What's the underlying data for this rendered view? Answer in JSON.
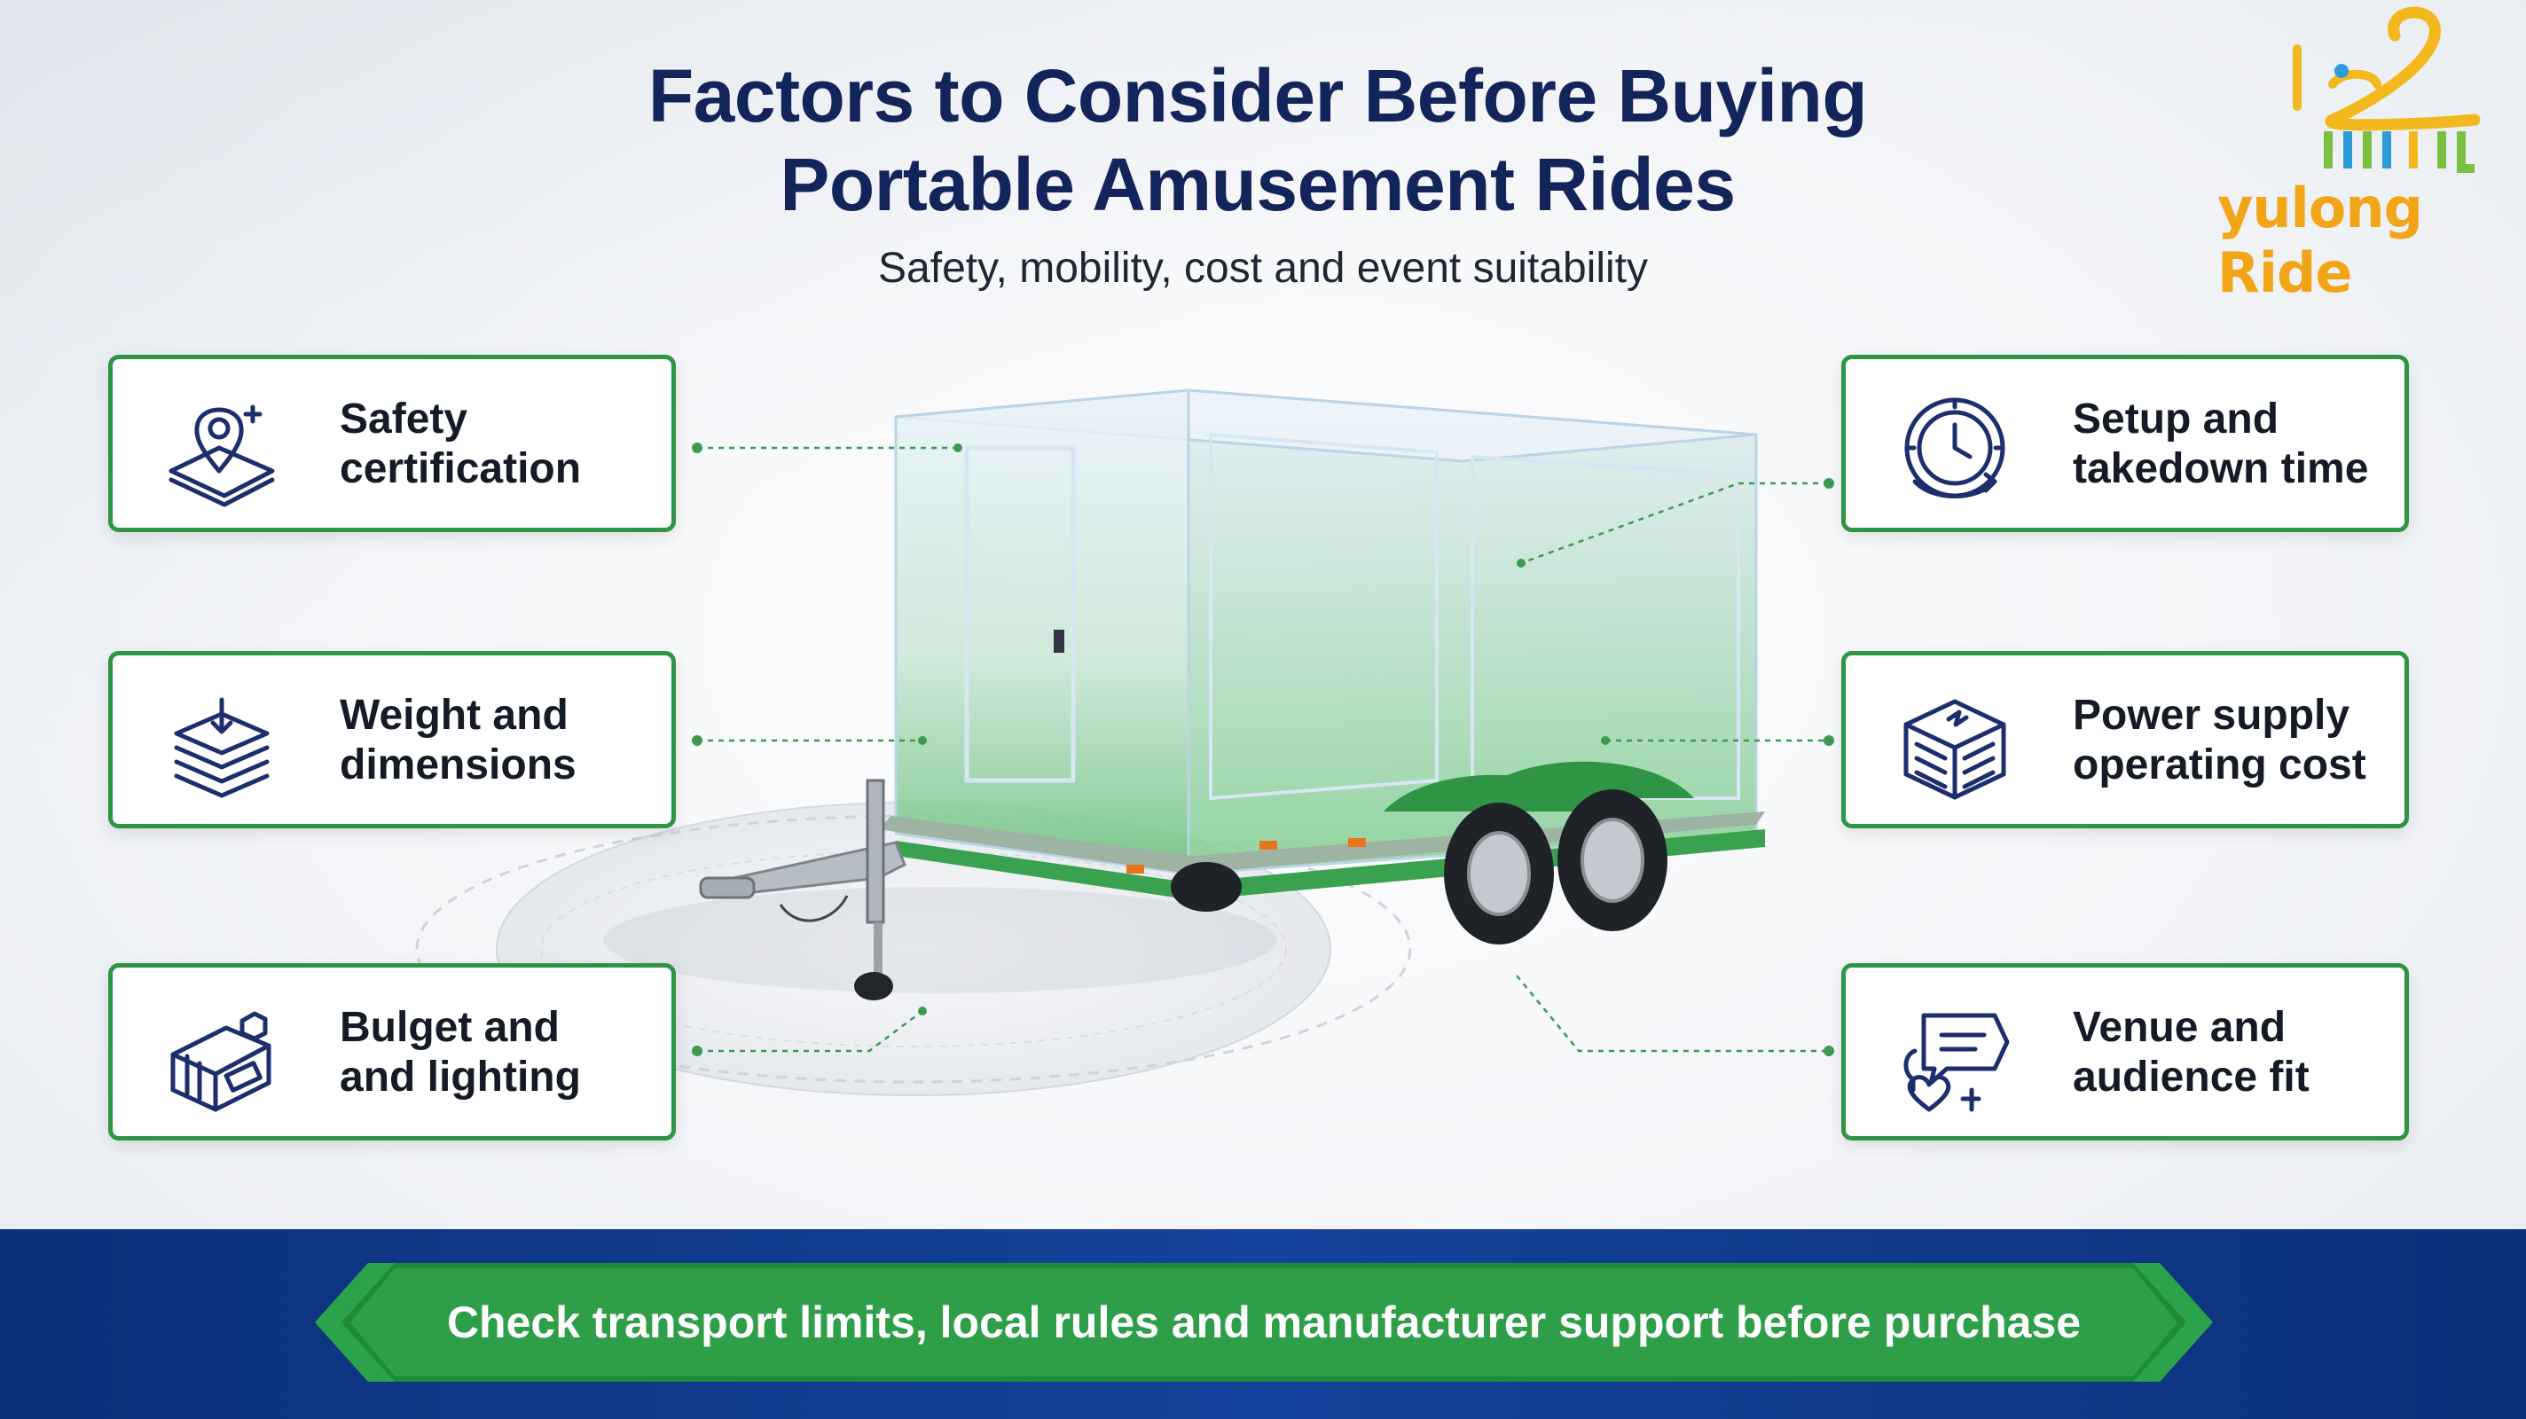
{
  "header": {
    "title_line1": "Factors to Consider Before Buying",
    "title_line2": "Portable Amusement Rides",
    "subtitle": "Safety, mobility, cost and event suitability"
  },
  "logo": {
    "text": "yulong Ride",
    "icon": "ride-logo-icon",
    "color": "#f2a516"
  },
  "factors_left": [
    {
      "line1": "Safety",
      "line2": "certification",
      "icon": "location-shield-icon"
    },
    {
      "line1": "Weight and",
      "line2": "dimensions",
      "icon": "stacked-layers-icon"
    },
    {
      "line1": "Bulget and",
      "line2": "and lighting",
      "icon": "budget-cube-icon"
    }
  ],
  "factors_right": [
    {
      "line1": "Setup and",
      "line2": "takedown time",
      "icon": "clock-cycle-icon"
    },
    {
      "line1": "Power supply",
      "line2": "operating cost",
      "icon": "power-box-icon"
    },
    {
      "line1": "Venue and",
      "line2": "audience fit",
      "icon": "chat-heart-icon"
    }
  ],
  "banner": {
    "text": "Check transport limits, local rules and manufacturer support before purchase"
  },
  "colors": {
    "navy": "#12245a",
    "green": "#2f9444",
    "banner_blue": "#14439b",
    "icon_navy": "#1d2e6e"
  }
}
